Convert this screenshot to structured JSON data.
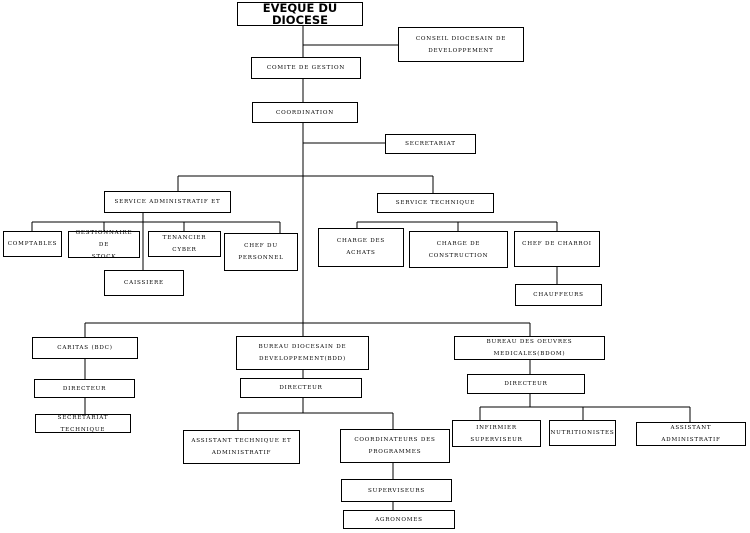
{
  "nodes": {
    "eveque": "EVEQUE DU DIOCESE",
    "conseil": "CONSEIL DIOCESAIN DE\nDEVELOPPEMENT",
    "comite": "COMITE DE GESTION",
    "coordination": "COORDINATION",
    "secretariat": "SECRETARIAT",
    "service_admin": "SERVICE ADMINISTRATIF ET",
    "service_tech": "SERVICE TECHNIQUE",
    "comptables": "COMPTABLES",
    "gestionnaire": "GESTIONNAIRE DE\nSTOCK",
    "tenancier": "TENANCIER CYBER",
    "chef_personnel": "CHEF DU\nPERSONNEL",
    "caissiere": "CAISSIERE",
    "charge_achats": "CHARGE DES ACHATS",
    "charge_construction": "CHARGE DE CONSTRUCTION",
    "chef_charroi": "CHEF DE CHARROI",
    "chauffeurs": "CHAUFFEURS",
    "caritas": "CARITAS (BDC)",
    "bdd": "BUREAU DIOCESAIN DE\nDEVELOPPEMENT(BDD)",
    "bdom": "BUREAU DES OEUVRES MEDICALES(BDOM)",
    "dir_caritas": "DIRECTEUR",
    "dir_bdd": "DIRECTEUR",
    "dir_bdom": "DIRECTEUR",
    "secretariat_tech": "SECRETARIAT TECHNIQUE",
    "assistant_tech": "ASSISTANT TECHNIQUE ET\nADMINISTRATIF",
    "coordinateurs": "COORDINATEURS DES\nPROGRAMMES",
    "superviseurs": "SUPERVISEURS",
    "agronomes": "AGRONOMES",
    "infirmier": "INFIRMIER SUPERVISEUR",
    "nutritionistes": "NUTRITIONISTES",
    "assistant_admin": "ASSISTANT ADMINISTRATIF"
  }
}
